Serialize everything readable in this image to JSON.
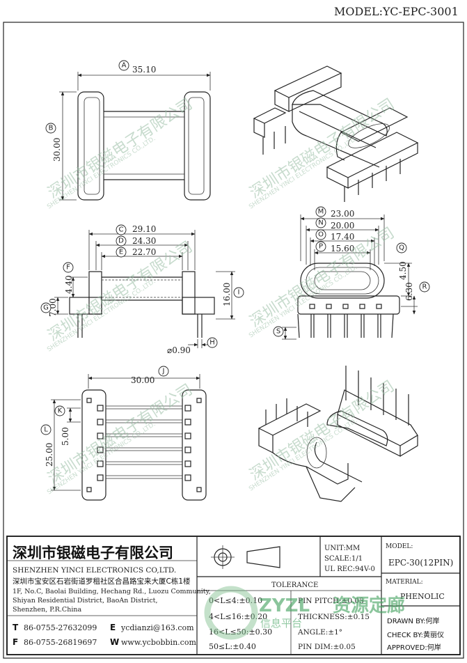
{
  "header": {
    "model_label": "MODEL:YC-EPC-3001"
  },
  "dimensions": {
    "A": {
      "label": "A",
      "value": "35.10"
    },
    "B": {
      "label": "B",
      "value": "30.00"
    },
    "C": {
      "label": "C",
      "value": "29.10"
    },
    "D": {
      "label": "D",
      "value": "24.30"
    },
    "E": {
      "label": "E",
      "value": "22.70"
    },
    "F": {
      "label": "F",
      "value": "4.40"
    },
    "G": {
      "label": "G",
      "value": "7.00"
    },
    "H": {
      "label": "H",
      "value": "⌀0.90"
    },
    "I": {
      "label": "I",
      "value": "16.00"
    },
    "J": {
      "label": "J",
      "value": "30.00"
    },
    "K": {
      "label": "K",
      "value": "5.00"
    },
    "L": {
      "label": "L",
      "value": "25.00"
    },
    "M": {
      "label": "M",
      "value": "23.00"
    },
    "N": {
      "label": "N",
      "value": "20.00"
    },
    "O": {
      "label": "O",
      "value": "17.40"
    },
    "P": {
      "label": "P",
      "value": "15.60"
    },
    "Q": {
      "label": "Q",
      "value": "4.50"
    },
    "R": {
      "label": "R",
      "value": "6.30"
    },
    "S": {
      "label": "S",
      "value": ""
    }
  },
  "watermark": {
    "cn": "深圳市银磁电子有限公司",
    "en": "SHENZHEN YINCI ELECTRONICS CO.,LTD."
  },
  "title_block": {
    "company_cn": "深圳市银磁电子有限公司",
    "company_en": "SHENZHEN YINCI ELECTRONICS CO,LTD.",
    "address_cn": "深圳市宝安区石岩街道罗租社区合昌路宝来大厦C栋1楼",
    "address_en_1": "1F, No.C, Baolai Building, Hechang Rd., Luozu Community,",
    "address_en_2": "Shiyan Residential District, BaoAn District,",
    "address_en_3": "Shenzhen, P.R.China",
    "tel_key": "T",
    "tel": "86-0755-27632099",
    "fax_key": "F",
    "fax": "86-0755-26819697",
    "email_key": "E",
    "email": "ycdianzi@163.com",
    "web_key": "W",
    "web": "www.ycbobbin.com",
    "unit": "UNIT:MM",
    "scale": "SCALE:1/1",
    "ul_rec": "UL REC:94V-0",
    "model_label": "MODEL:",
    "model_value": "EPC-30(12PIN)",
    "material_label": "MATERIAL:",
    "material_value": "PHENOLIC",
    "tolerance_title": "TOLERANCE",
    "tol_1": "0<L≤4:±0.10",
    "tol_2": "4<L≤16:±0.20",
    "tol_3": "16<L≤50:±0.30",
    "tol_4": "50≤L:±0.40",
    "pin_pitch": "PIN PITCH:±0.05",
    "thickness": "THICKNESS:±0.15",
    "angle": "ANGLE:±1°",
    "pin_dim": "PIN DIM:±0.05",
    "drawn_by": "DRAWN BY:何岸",
    "check_by": "CHECK BY:黄丽仪",
    "approved": "APPROVED:何岸",
    "logo_text_1": "ZYZL",
    "logo_text_2": "资源定廊",
    "logo_text_3": "信息平台"
  }
}
